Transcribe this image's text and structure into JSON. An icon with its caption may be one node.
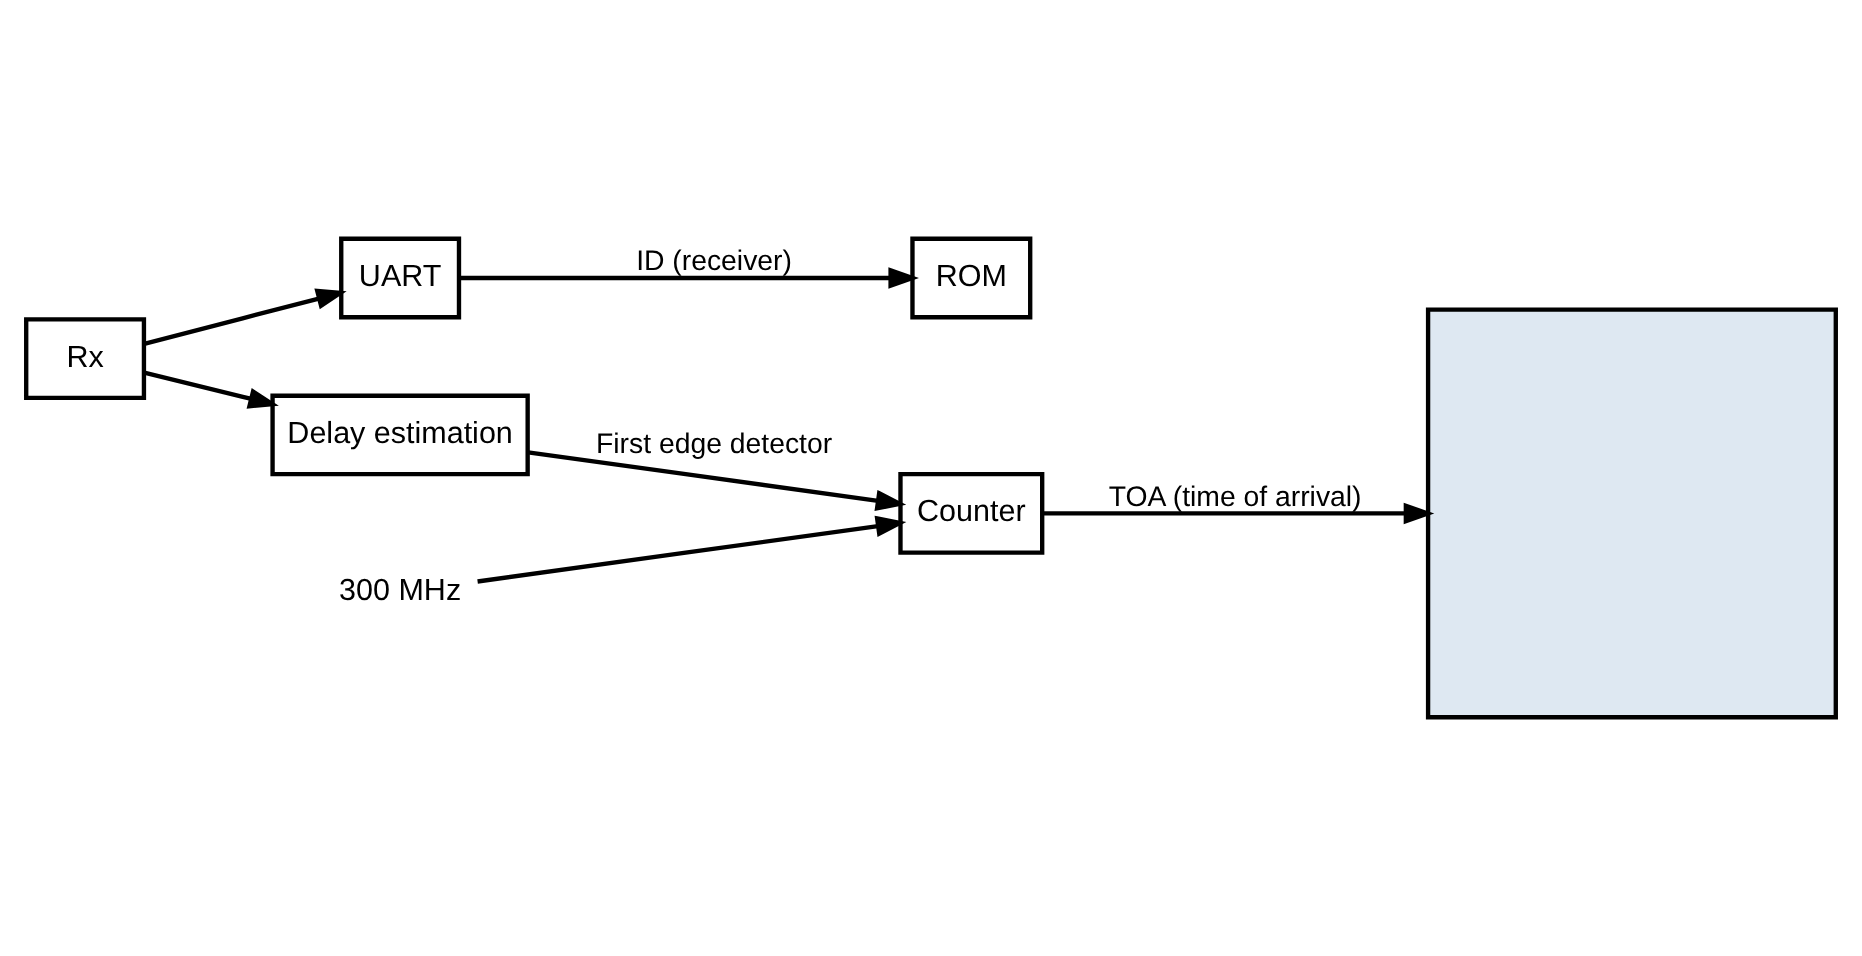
{
  "diagram": {
    "nodes": [
      {
        "text": [
          "Rx"
        ]
      },
      {
        "text": [
          "UART"
        ]
      },
      {
        "text": [
          "ROM"
        ]
      },
      {
        "text": [
          "Delay estimation"
        ]
      },
      {
        "text": [
          "Counter"
        ]
      },
      {
        "text": [],
        "shape": "box"
      },
      {
        "text": [
          "300 MHz"
        ]
      }
    ],
    "edges": [
      {
        "from": 0,
        "to": 1,
        "arrow": "to"
      },
      {
        "from": 0,
        "to": 3,
        "arrow": "to"
      },
      {
        "from": 1,
        "to": 2,
        "arrow": "to",
        "label": "ID (receiver)"
      },
      {
        "from": 3,
        "to": 4,
        "arrow": "to",
        "label": "First edge detector"
      },
      {
        "from": 6,
        "to": 4,
        "arrow": "to"
      },
      {
        "from": 4,
        "to": 5,
        "arrow": "to",
        "label": "TOA (time of arrival)"
      }
    ]
  }
}
